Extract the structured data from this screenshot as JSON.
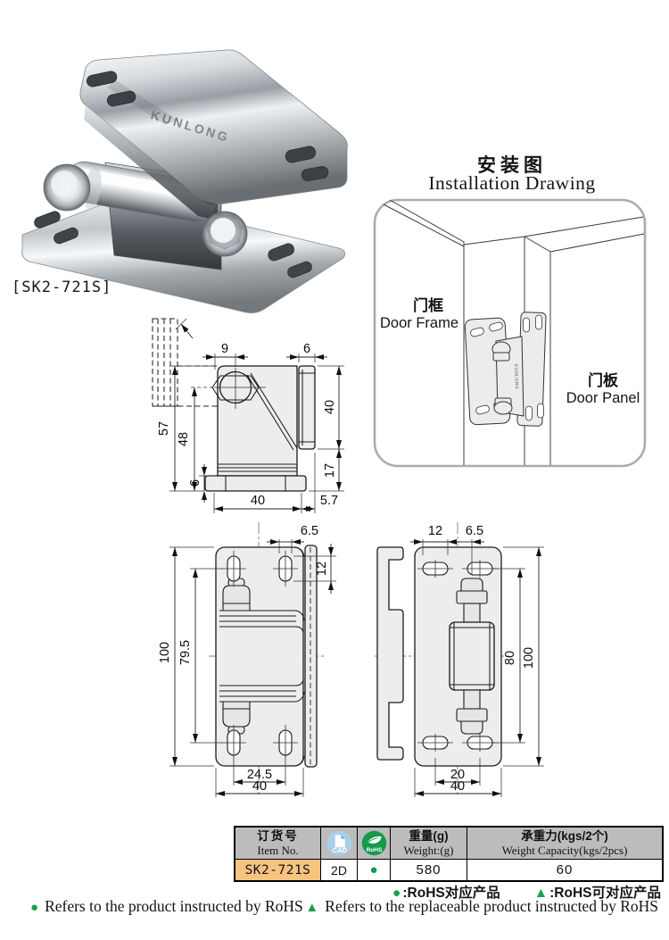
{
  "product": {
    "code_label": "[SK2-721S]",
    "brand": "KUNLONG"
  },
  "installation": {
    "title_cn": "安装图",
    "title_en": "Installation Drawing",
    "frame_cn": "门框",
    "frame_en": "Door Frame",
    "panel_cn": "门板",
    "panel_en": "Door Panel"
  },
  "dimensions": {
    "side": {
      "pin_offset": "9",
      "plate_t": "6",
      "plate_h": "40",
      "lower_h": "17",
      "total_h": "57",
      "pin_h": "48",
      "base_t": "6",
      "base_w": "40",
      "side_off": "5.7"
    },
    "front_left": {
      "slot_w": "6.5",
      "slot_l": "12",
      "height": "100",
      "hole_span": "79.5",
      "hole_pitch": "24.5",
      "width": "40"
    },
    "front_right": {
      "slot_l": "12",
      "pin_off": "6.5",
      "hole_span": "80",
      "height": "100",
      "hole_pitch": "20",
      "width": "40"
    }
  },
  "table": {
    "item_header_cn": "订货号",
    "item_header_en": "Item No.",
    "cad_label": "CAD",
    "rohs_label": "RoHS",
    "weight_header_cn": "重量(g)",
    "weight_header_en": "Weight:(g)",
    "capacity_header_cn": "承重力(kgs/2个)",
    "capacity_header_en": "Weight Capacity(kgs/2pcs)",
    "row": {
      "item_no": "SK2-721S",
      "cad": "2D",
      "rohs_dot": "●",
      "weight": "580",
      "capacity": "60"
    }
  },
  "legend": {
    "dot": "●",
    "dot_label": ":RoHS对应产品",
    "triangle": "▲",
    "triangle_label": ":RoHS可对应产品"
  },
  "notes": {
    "dot": "●",
    "dot_text": "Refers to the product instructed by RoHS",
    "triangle": "▲",
    "triangle_text": "Refers to the replaceable product instructed by RoHS"
  },
  "icons": {
    "cad": "cad-document-icon",
    "rohs": "rohs-leaf-icon"
  },
  "colors": {
    "rohs_green": "#149a4b",
    "cad_blue": "#a7cfe9",
    "header_gray": "#bcbcbc",
    "item_orange": "#f7c480",
    "line_black": "#1b1b1b"
  }
}
